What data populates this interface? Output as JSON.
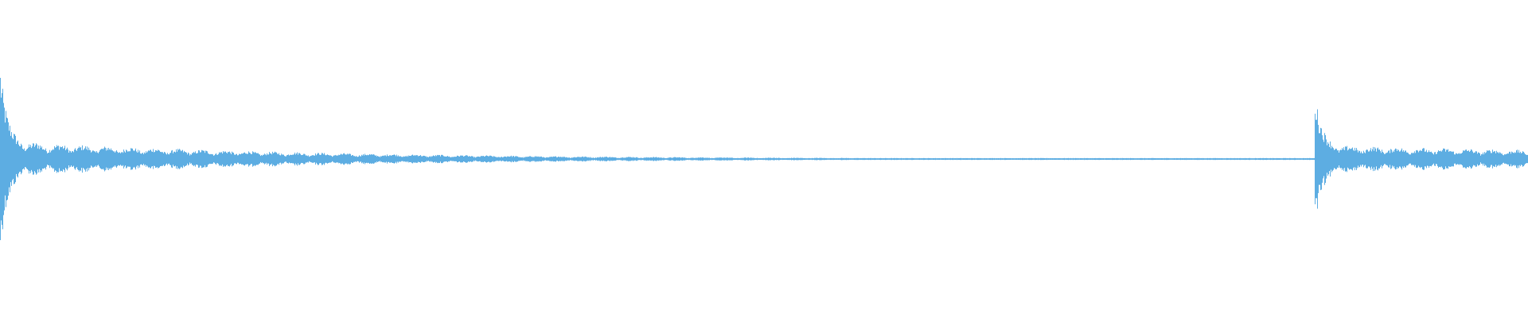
{
  "waveform": {
    "color": "#5dade2",
    "baseline_amplitude": 0.01,
    "transients": [
      {
        "position": 0.0,
        "peak": 0.88,
        "decay": 0.85
      },
      {
        "position": 0.86,
        "peak": 0.68,
        "decay": 0.9
      }
    ],
    "segment_fill": "#5dade2"
  }
}
